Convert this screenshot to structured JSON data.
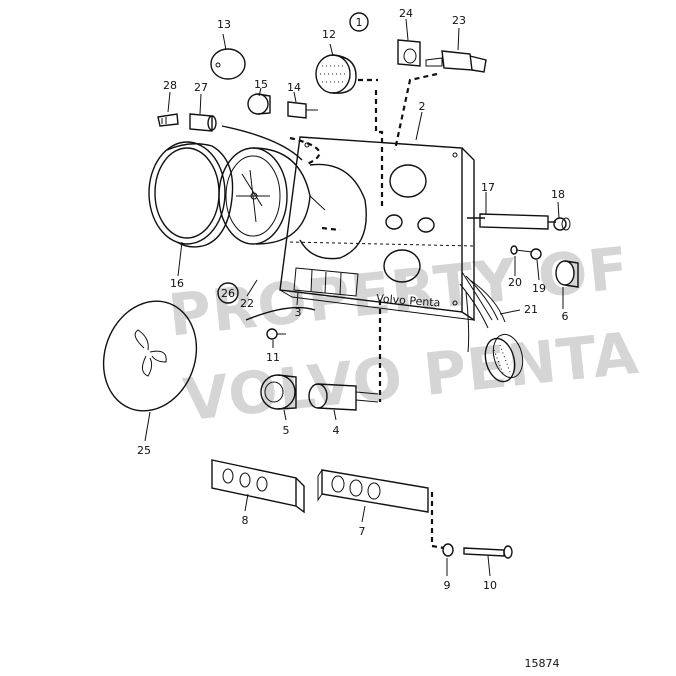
{
  "figure_number": "1",
  "document_number": "15874",
  "watermark": {
    "line1": "PROPERTY OF",
    "line2": "VOLVO PENTA"
  },
  "panel_print": "Volvo Penta",
  "callouts": [
    "1",
    "2",
    "3",
    "4",
    "5",
    "6",
    "7",
    "8",
    "9",
    "10",
    "11",
    "12",
    "13",
    "14",
    "15",
    "16",
    "17",
    "18",
    "19",
    "20",
    "21",
    "22",
    "23",
    "24",
    "25",
    "26",
    "27",
    "28"
  ]
}
